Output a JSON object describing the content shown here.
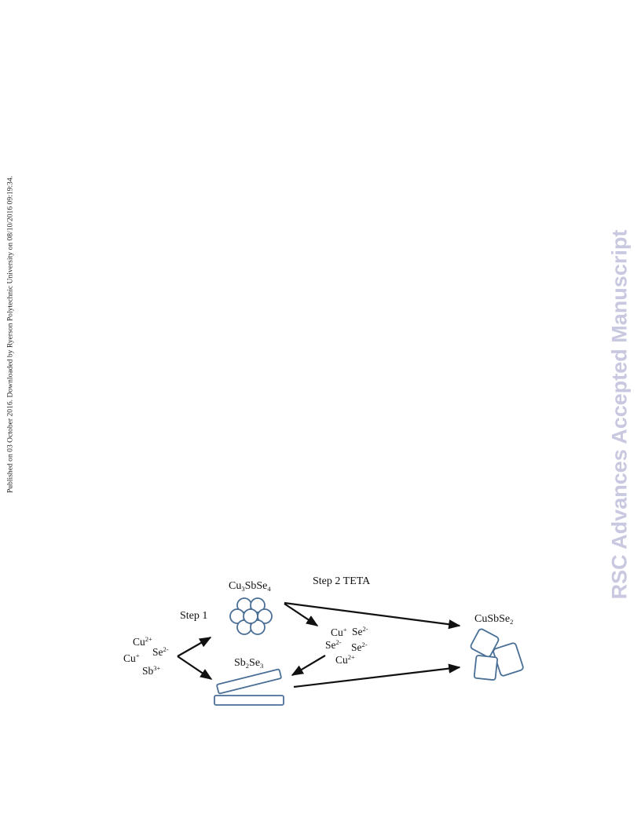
{
  "side_note": "Published on 03 October 2016. Downloaded by Ryerson Polytechnic University on 08/10/2016 09:19:34.",
  "watermark": "RSC Advances Accepted Manuscript",
  "scheme": {
    "step1": "Step 1",
    "step2": "Step 2 TETA",
    "cu3sbse4": {
      "a": "Cu",
      "b": "3",
      "c": "SbSe",
      "d": "4"
    },
    "sb2se3": {
      "a": "Sb",
      "b": "2",
      "c": "Se",
      "d": "3"
    },
    "cusbse2": {
      "a": "CuSbSe",
      "b": "2"
    },
    "left_ions": [
      {
        "base": "Cu",
        "charge": "2+"
      },
      {
        "base": "Se",
        "charge": "2-"
      },
      {
        "base": "Cu",
        "charge": "+"
      },
      {
        "base": "Sb",
        "charge": "3+"
      }
    ],
    "mid_ions": [
      {
        "base": "Cu",
        "charge": "+"
      },
      {
        "base": "Se",
        "charge": "2-"
      },
      {
        "base": "Se",
        "charge": "2-"
      },
      {
        "base": "Se",
        "charge": "2-"
      },
      {
        "base": "Cu",
        "charge": "2+"
      }
    ]
  }
}
